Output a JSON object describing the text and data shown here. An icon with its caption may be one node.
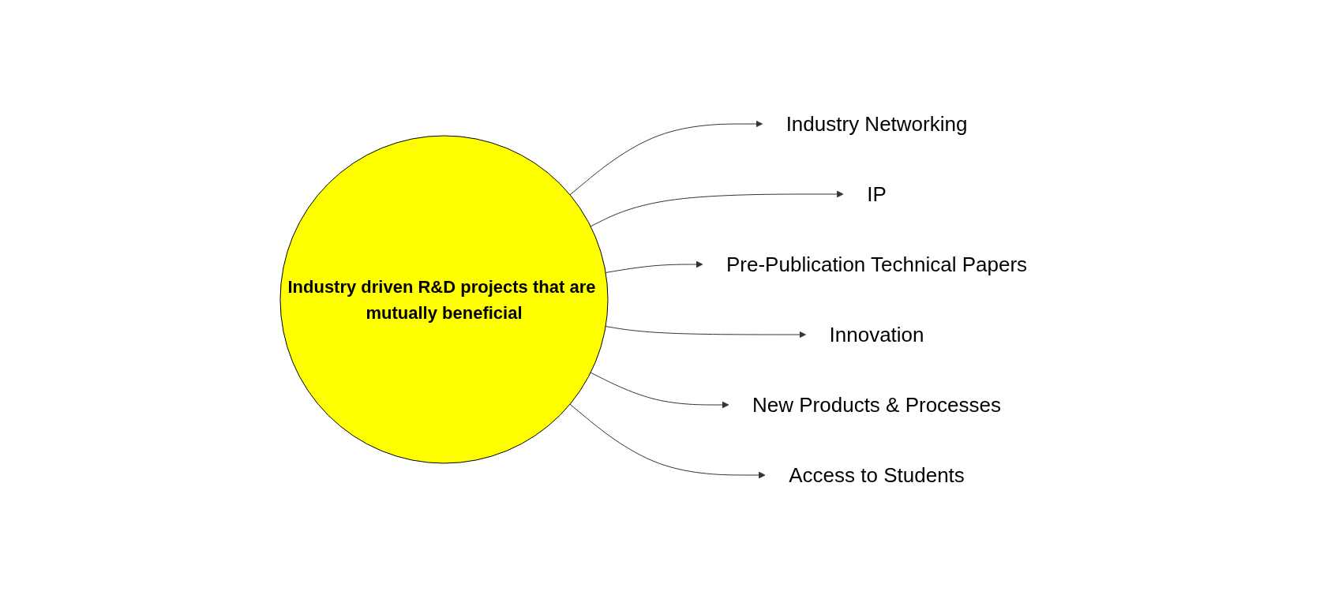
{
  "diagram": {
    "nodes": [
      {
        "text": [
          "Industry Networking"
        ]
      },
      {
        "text": [
          "IP"
        ]
      },
      {
        "text": [
          "Pre-Publication Technical Papers"
        ]
      },
      {
        "text": [
          "Innovation"
        ]
      },
      {
        "text": [
          "Industry driven R&D projects that are mutually beneficial"
        ]
      },
      {
        "text": [
          "New Products & Processes"
        ]
      },
      {
        "text": [
          "Access to Students"
        ]
      }
    ],
    "edges": [
      {
        "from": 4,
        "to": 0,
        "arrow": "to"
      },
      {
        "from": 4,
        "to": 1,
        "arrow": "to"
      },
      {
        "from": 4,
        "to": 2,
        "arrow": "to"
      },
      {
        "from": 4,
        "to": 3,
        "arrow": "to"
      },
      {
        "from": 4,
        "to": 5,
        "arrow": "to"
      },
      {
        "from": 4,
        "to": 6,
        "arrow": "to"
      }
    ]
  }
}
